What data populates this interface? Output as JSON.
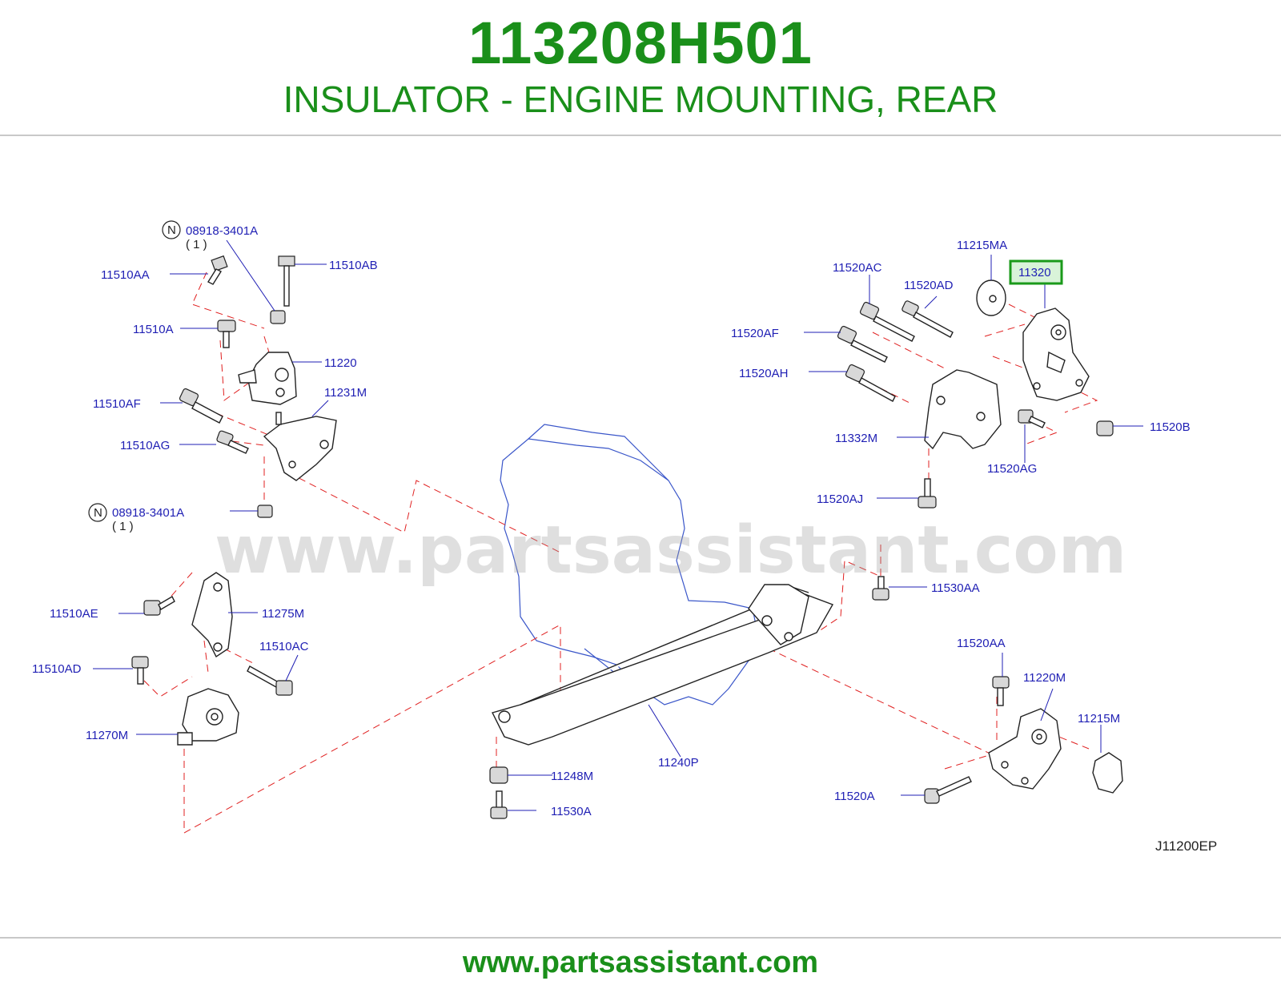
{
  "header": {
    "part_number": "113208H501",
    "description": "INSULATOR - ENGINE MOUNTING, REAR"
  },
  "diagram": {
    "code": "J11200EP",
    "watermark": "www.partsassistant.com",
    "highlighted_label": "11320",
    "highlight_color": "#1a8f1a",
    "label_color": "#1f1fb4",
    "dash_color": "#e02020",
    "labels": {
      "n1_part": "08918-3401A",
      "n1_qty": "( 1 )",
      "n2_part": "08918-3401A",
      "n2_qty": "( 1 )",
      "n_symbol": "N",
      "p11510AA": "11510AA",
      "p11510AB": "11510AB",
      "p11510A": "11510A",
      "p11220": "11220",
      "p11231M": "11231M",
      "p11510AF": "11510AF",
      "p11510AG": "11510AG",
      "p11510AE": "11510AE",
      "p11275M": "11275M",
      "p11510AC": "11510AC",
      "p11510AD": "11510AD",
      "p11270M": "11270M",
      "p11215MA": "11215MA",
      "p11320": "11320",
      "p11520AC": "11520AC",
      "p11520AD": "11520AD",
      "p11520AF": "11520AF",
      "p11520AH": "11520AH",
      "p11332M": "11332M",
      "p11520B": "11520B",
      "p11520AG": "11520AG",
      "p11520AJ": "11520AJ",
      "p11530AA": "11530AA",
      "p11520AA": "11520AA",
      "p11220M": "11220M",
      "p11215M": "11215M",
      "p11520A": "11520A",
      "p11248M": "11248M",
      "p11530A": "11530A",
      "p11240P": "11240P"
    }
  },
  "footer": {
    "url": "www.partsassistant.com"
  }
}
